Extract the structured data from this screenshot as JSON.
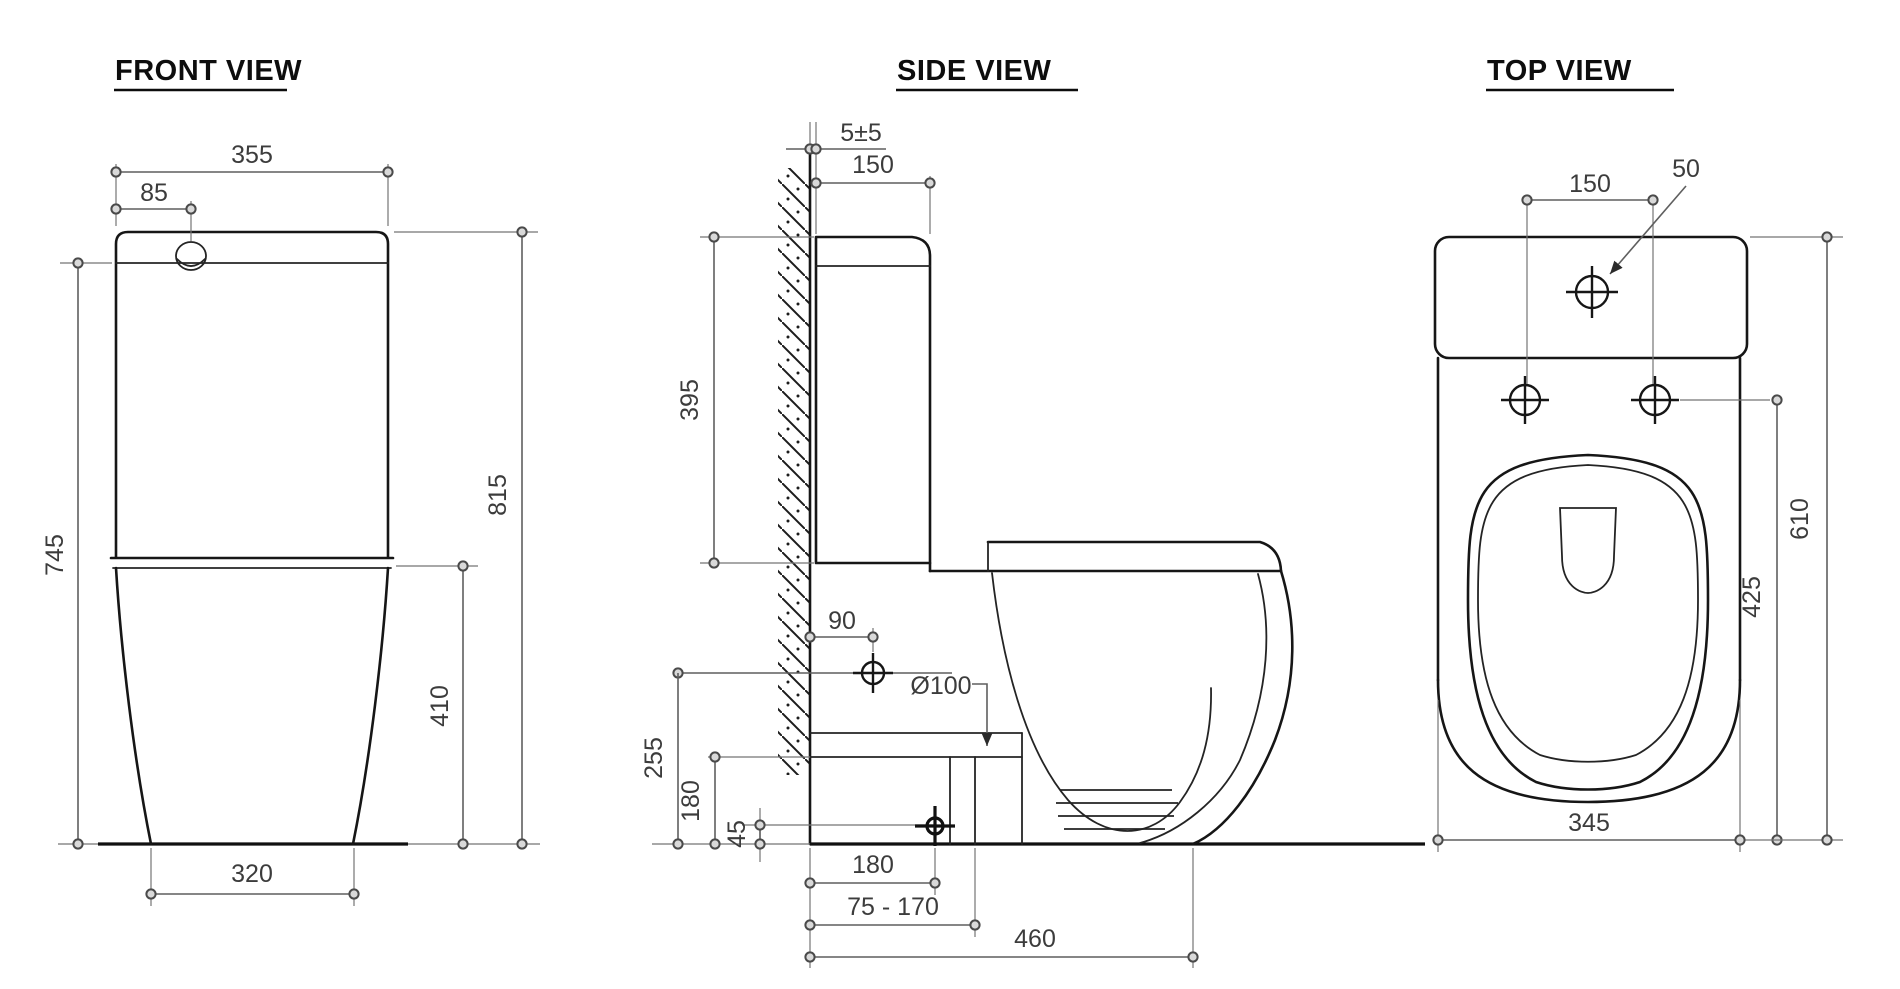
{
  "colors": {
    "background": "#ffffff",
    "outline": "#161616",
    "dimension_line": "#5f5f5f",
    "dimension_text": "#3c3c3c"
  },
  "views": {
    "front": {
      "title": "FRONT VIEW",
      "dims": {
        "tank_width": "355",
        "button_offset": "85",
        "height_to_lid": "745",
        "overall_height": "815",
        "rim_height": "410",
        "base_width": "320"
      }
    },
    "side": {
      "title": "SIDE VIEW",
      "dims": {
        "wall_gap": "5±5",
        "tank_depth": "150",
        "tank_height": "395",
        "inlet_setback": "90",
        "outlet_diameter": "Ø100",
        "inlet_height": "255",
        "outlet_height": "180",
        "drain_floor_offset": "45",
        "drain_setout": "180",
        "setout_range": "75 - 170",
        "overall_depth": "460"
      }
    },
    "top": {
      "title": "TOP VIEW",
      "dims": {
        "fixing_hole_spacing": "150",
        "inlet_diameter": "50",
        "overall_length": "610",
        "holes_to_front": "425",
        "overall_width": "345"
      }
    }
  }
}
